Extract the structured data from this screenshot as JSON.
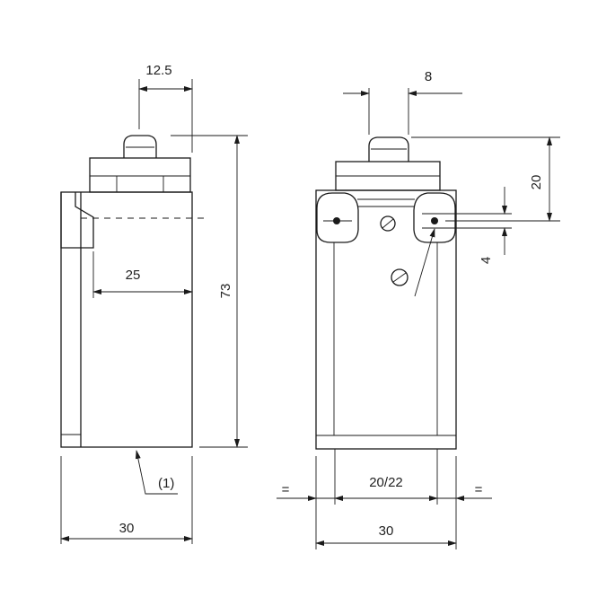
{
  "side_view": {
    "dim_plunger_offset": "12.5",
    "dim_body_depth": "25",
    "dim_height": "73",
    "dim_width": "30",
    "note_ref": "(1)"
  },
  "front_view": {
    "dim_plunger_width": "8",
    "dim_plunger_to_hole": "20",
    "dim_hole": "4",
    "dim_hole_spacing": "20/22",
    "dim_equal_left": "=",
    "dim_equal_right": "=",
    "dim_width": "30"
  }
}
